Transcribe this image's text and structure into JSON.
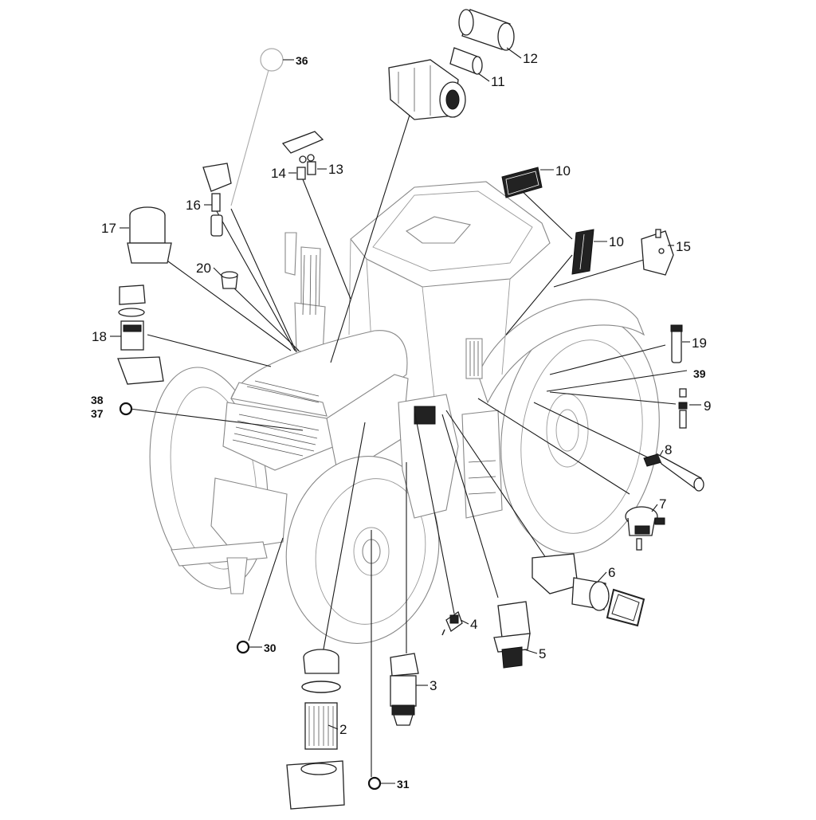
{
  "diagram": {
    "callouts": [
      {
        "id": "c2",
        "label": "2"
      },
      {
        "id": "c3",
        "label": "3"
      },
      {
        "id": "c4",
        "label": "4"
      },
      {
        "id": "c5",
        "label": "5"
      },
      {
        "id": "c6",
        "label": "6"
      },
      {
        "id": "c7",
        "label": "7"
      },
      {
        "id": "c8",
        "label": "8"
      },
      {
        "id": "c9",
        "label": "9"
      },
      {
        "id": "c10a",
        "label": "10"
      },
      {
        "id": "c10b",
        "label": "10"
      },
      {
        "id": "c11",
        "label": "11"
      },
      {
        "id": "c12",
        "label": "12"
      },
      {
        "id": "c13",
        "label": "13"
      },
      {
        "id": "c14",
        "label": "14"
      },
      {
        "id": "c15",
        "label": "15"
      },
      {
        "id": "c16",
        "label": "16"
      },
      {
        "id": "c17",
        "label": "17"
      },
      {
        "id": "c18",
        "label": "18"
      },
      {
        "id": "c19",
        "label": "19"
      },
      {
        "id": "c20",
        "label": "20"
      },
      {
        "id": "c30",
        "label": "30"
      },
      {
        "id": "c31",
        "label": "31"
      },
      {
        "id": "c36",
        "label": "36"
      },
      {
        "id": "c37",
        "label": "37"
      },
      {
        "id": "c38",
        "label": "38"
      },
      {
        "id": "c39",
        "label": "39"
      }
    ]
  }
}
